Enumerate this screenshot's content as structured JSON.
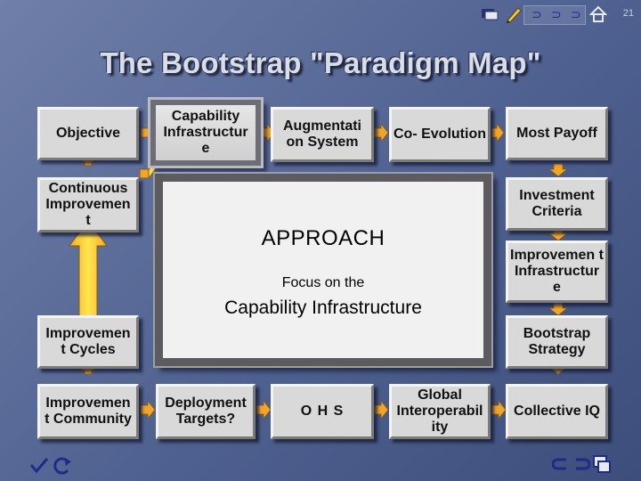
{
  "page_number": "21",
  "title": "The Bootstrap \"Paradigm Map\"",
  "boxes": {
    "objective": "Objective",
    "capability_infrastructure": "Capability Infrastructur e",
    "augmentation_system": "Augmentati on System",
    "co_evolution": "Co- Evolution",
    "most_payoff": "Most Payoff",
    "continuous_improvement": "Continuous Improvemen t",
    "investment_criteria": "Investment Criteria",
    "improvement_infrastructure": "Improvemen t Infrastructur e",
    "improvement_cycles": "Improvemen t Cycles",
    "bootstrap_strategy": "Bootstrap Strategy",
    "improvement_community": "Improvemen t Community",
    "deployment_targets": "Deployment Targets?",
    "ohs": "O H S",
    "global_interoperability": "Global Interoperabil ity",
    "collective_iq": "Collective IQ"
  },
  "center": {
    "heading": "APPROACH",
    "focus": "Focus on the",
    "subject": "Capability Infrastructure"
  },
  "colors": {
    "arrow_orange": "#f2a52b",
    "arrow_yellow": "#ffe14a",
    "box_face": "#d9d9d9",
    "nav_blue": "#1d2b8a"
  },
  "nav_icons": [
    "slide-index-icon",
    "pen-icon",
    "previous-icon",
    "next-icon",
    "last-icon",
    "home-icon"
  ]
}
